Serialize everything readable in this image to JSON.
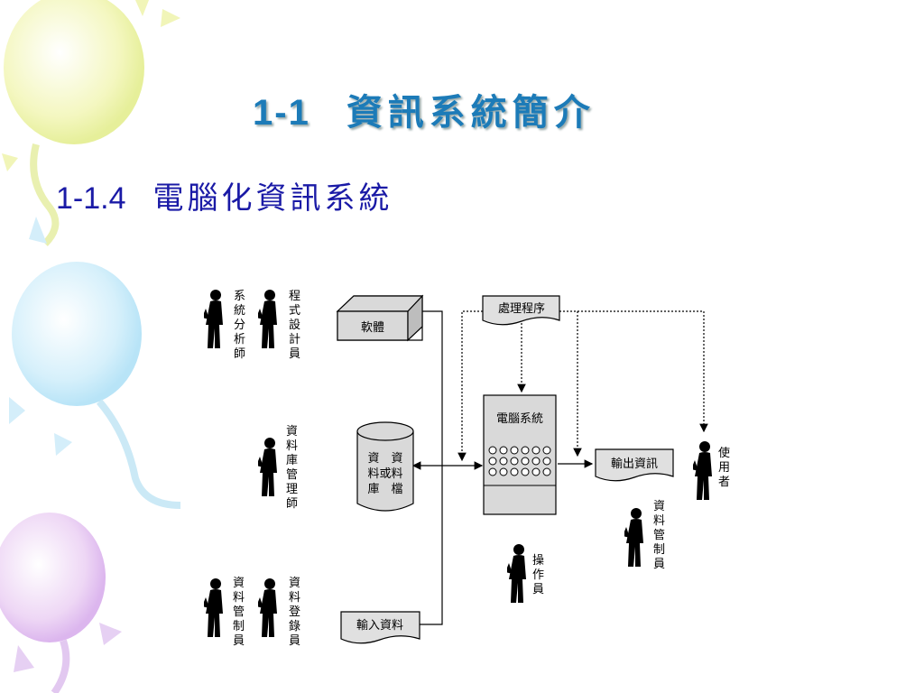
{
  "slide": {
    "title_number": "1-1",
    "title_text": "資訊系統簡介",
    "subtitle_number": "1-1.4",
    "subtitle_text": "電腦化資訊系統"
  },
  "diagram": {
    "boxes": {
      "software": "軟體",
      "procedure": "處理程序",
      "computer": "電腦系統",
      "output": "輸出資訊",
      "input": "輸入資料",
      "data_line1": "資　資",
      "data_line2": "料或料",
      "data_line3": "庫　檔"
    },
    "people": {
      "system_analyst": [
        "系",
        "統",
        "分",
        "析",
        "師"
      ],
      "programmer": [
        "程",
        "式",
        "設",
        "計",
        "員"
      ],
      "dba": [
        "資",
        "料",
        "庫",
        "管",
        "理",
        "師"
      ],
      "data_control_left": [
        "資",
        "料",
        "管",
        "制",
        "員"
      ],
      "data_entry": [
        "資",
        "料",
        "登",
        "錄",
        "員"
      ],
      "operator": [
        "操",
        "作",
        "員"
      ],
      "data_control_right": [
        "資",
        "料",
        "管",
        "制",
        "員"
      ],
      "user": [
        "使",
        "用",
        "者"
      ]
    }
  }
}
